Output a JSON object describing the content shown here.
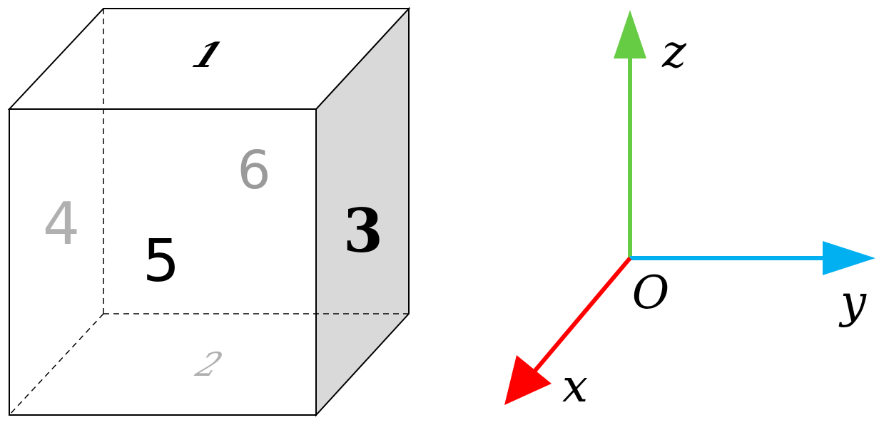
{
  "cube": {
    "faces": [
      {
        "id": "top",
        "label": "1"
      },
      {
        "id": "bottom",
        "label": "2"
      },
      {
        "id": "right",
        "label": "3"
      },
      {
        "id": "left",
        "label": "4"
      },
      {
        "id": "front",
        "label": "5"
      },
      {
        "id": "back",
        "label": "6"
      }
    ],
    "colors": {
      "edge": "#000000",
      "right_face_fill": "#d9d9d9",
      "hidden_label": "#9a9a9a",
      "faint_label": "#b0b0b0"
    }
  },
  "axes": {
    "origin_label": "O",
    "x": {
      "label": "x",
      "color": "#ff0000"
    },
    "y": {
      "label": "y",
      "color": "#00b0f0"
    },
    "z": {
      "label": "z",
      "color": "#66cc44"
    }
  }
}
